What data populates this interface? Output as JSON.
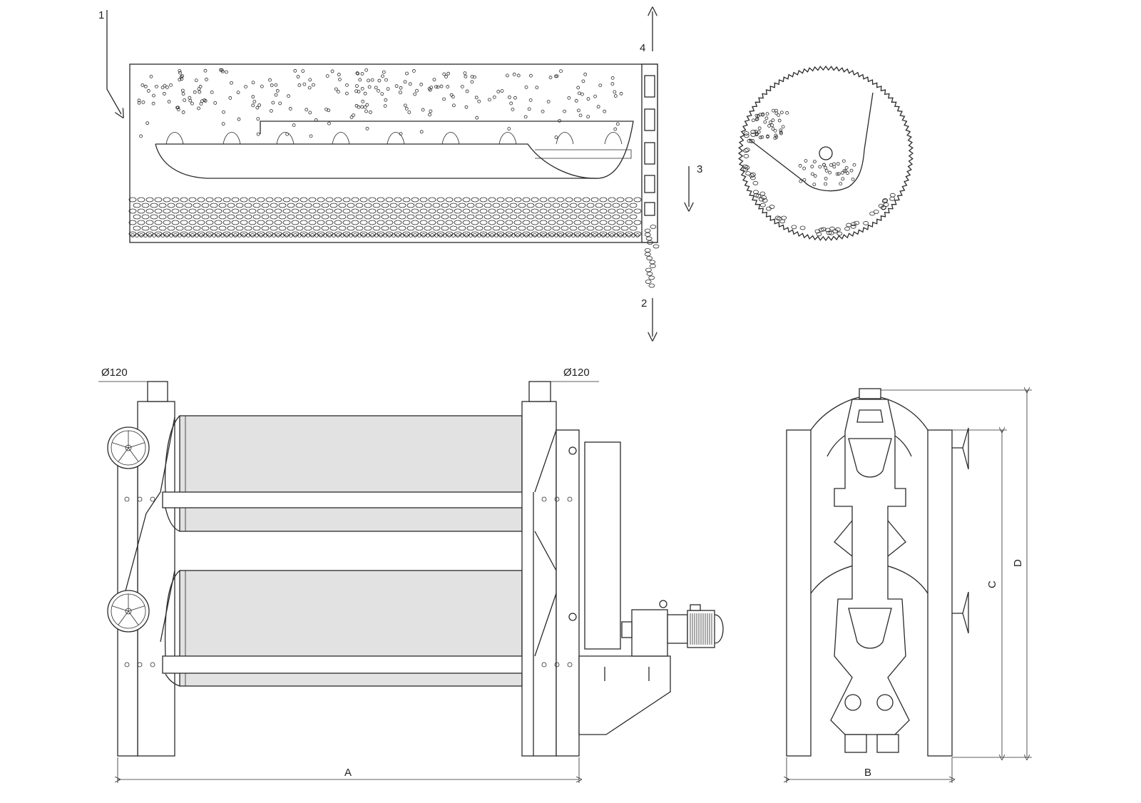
{
  "flow_labels": {
    "inlet": "1",
    "outlet_bottom": "2",
    "outlet_side": "3",
    "outlet_top": "4"
  },
  "dimensions": {
    "diameter_left": "Ø120",
    "diameter_right": "Ø120",
    "width_a": "A",
    "width_b": "B",
    "height_c": "C",
    "height_d": "D"
  },
  "colors": {
    "line": "#2a2a2a",
    "roll_fill": "#e2e2e2"
  }
}
